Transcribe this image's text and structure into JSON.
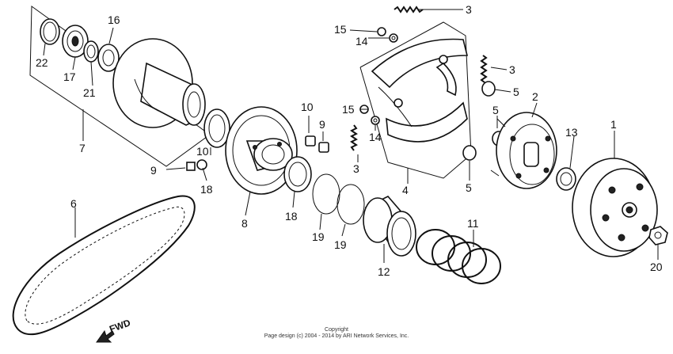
{
  "labels": {
    "l1": "1",
    "l2": "2",
    "l3a": "3",
    "l3b": "3",
    "l3c": "3",
    "l4": "4",
    "l5a": "5",
    "l5b": "5",
    "l5c": "5",
    "l6": "6",
    "l7": "7",
    "l8": "8",
    "l9a": "9",
    "l9b": "9",
    "l10a": "10",
    "l10b": "10",
    "l11": "11",
    "l12": "12",
    "l13": "13",
    "l14a": "14",
    "l14b": "14",
    "l15a": "15",
    "l15b": "15",
    "l16": "16",
    "l17": "17",
    "l18a": "18",
    "l18b": "18",
    "l19a": "19",
    "l19b": "19",
    "l20": "20",
    "l21": "21",
    "l22": "22"
  },
  "fwd": "FWD",
  "copyright": {
    "line1": "Copyright",
    "line2": "Page design (c) 2004 - 2014 by ARI Network Services, Inc."
  }
}
